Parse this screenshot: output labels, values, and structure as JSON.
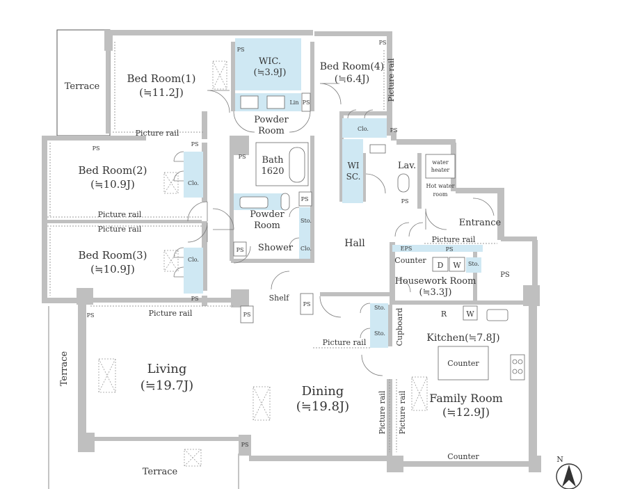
{
  "rooms": {
    "bed1": {
      "name": "Bed Room(1)",
      "size": "(≒11.2J)"
    },
    "bed2": {
      "name": "Bed Room(2)",
      "size": "(≒10.9J)"
    },
    "bed3": {
      "name": "Bed Room(3)",
      "size": "(≒10.9J)"
    },
    "bed4": {
      "name": "Bed Room(4)",
      "size": "(≒6.4J)"
    },
    "wic": {
      "name": "WIC.",
      "size": "(≒3.9J)"
    },
    "powder1": {
      "line1": "Powder",
      "line2": "Room"
    },
    "powder2": {
      "line1": "Powder",
      "line2": "Room"
    },
    "bath": {
      "line1": "Bath",
      "line2": "1620"
    },
    "wisc": {
      "line1": "WI",
      "line2": "SC."
    },
    "lav": "Lav.",
    "water_heater": {
      "line1": "water",
      "line2": "heater"
    },
    "hot_water": {
      "line1": "Hot water",
      "line2": "room"
    },
    "entrance": "Entrance",
    "hall": "Hall",
    "shower": "Shower",
    "housework": {
      "name": "Housework Room",
      "size": "(≒3.3J)"
    },
    "kitchen": "Kitchen(≒7.8J)",
    "living": {
      "name": "Living",
      "size": "(≒19.7J)"
    },
    "dining": {
      "name": "Dining",
      "size": "(≒19.8J)"
    },
    "family": {
      "name": "Family Room",
      "size": "(≒12.9J)"
    }
  },
  "labels": {
    "terrace_top": "Terrace",
    "terrace_left": "Terrace",
    "terrace_bottom": "Terrace",
    "picture_rail": "Picture rail",
    "clo": "Clo.",
    "sto": "Sto.",
    "ps": "PS",
    "eps": "EPS",
    "lin": "Lin",
    "counter": "Counter",
    "shelf": "Shelf",
    "cupboard": "Cupboard",
    "d": "D",
    "w": "W",
    "r": "R",
    "north": "N"
  },
  "colors": {
    "wall": "#bfbfbf",
    "storage": "#cfe8f3",
    "text": "#333333"
  }
}
